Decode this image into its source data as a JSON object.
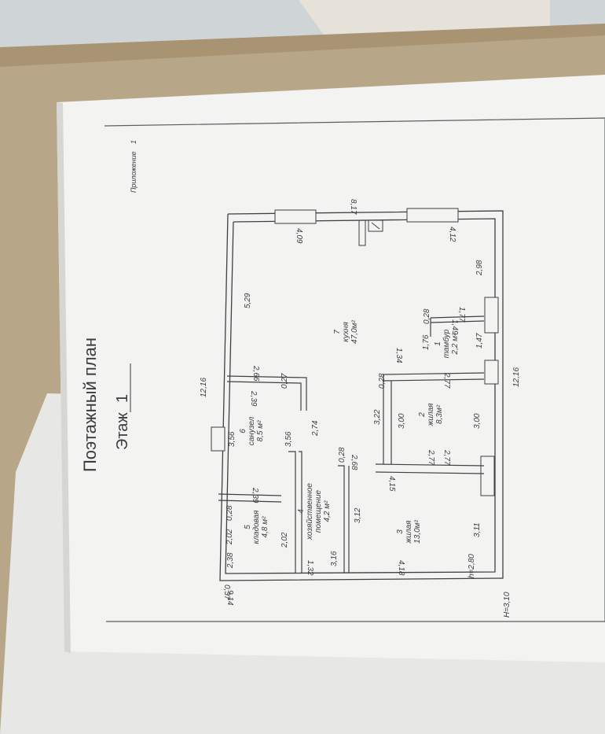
{
  "title": "Поэтажный план",
  "floor": {
    "label": "Этаж",
    "number": "1"
  },
  "appendix": {
    "label": "Приложение",
    "number": "1"
  },
  "rooms": [
    {
      "num": "7",
      "name": "кухня",
      "area": "47,0м²"
    },
    {
      "num": "1",
      "name": "тамбур",
      "area": "2,2 м²"
    },
    {
      "num": "2",
      "name": "жилая",
      "area": "8,3м²"
    },
    {
      "num": "3",
      "name": "жилая",
      "area": "13,0м²"
    },
    {
      "num": "4",
      "name": "хозяйственное",
      "name2": "помещение",
      "area": "4,2 м²"
    },
    {
      "num": "5",
      "name": "кладовая",
      "area": "4,8 м²"
    },
    {
      "num": "6",
      "name": "санузел",
      "area": "8,5 м²"
    }
  ],
  "dims": [
    "12,16",
    "12,16",
    "9,14",
    "8,17",
    "4,09",
    "4,12",
    "5,29",
    "2,98",
    "1,77",
    "1,49",
    "0,28",
    "1,76",
    "1,47",
    "1,34",
    "2,77",
    "0,28",
    "3,22",
    "3,00",
    "3,00",
    "2,77",
    "2,77",
    "4,15",
    "3,11",
    "4,18",
    "2,66",
    "2,39",
    "0,27",
    "2,74",
    "3,56",
    "3,56",
    "0,28",
    "2,68",
    "3,12",
    "2,39",
    "0,28",
    "2,02",
    "2,02",
    "3,16",
    "1,32",
    "2,38",
    "0,37"
  ],
  "heights": {
    "h1": "h=2,80",
    "h2": "H=3,10"
  }
}
